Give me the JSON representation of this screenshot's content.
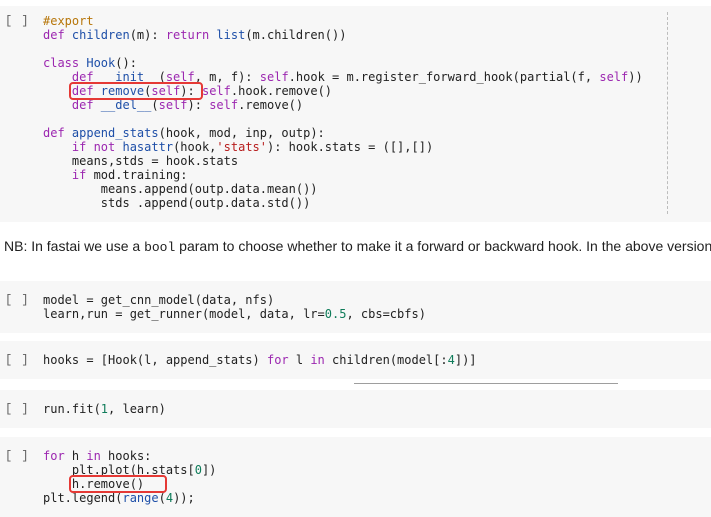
{
  "run_button_label": "[ ]",
  "cells": [
    {
      "id": "cell-hook-class",
      "lines": [
        [
          {
            "t": "#export",
            "c": "cm"
          }
        ],
        [
          {
            "t": "def ",
            "c": "kw"
          },
          {
            "t": "children",
            "c": "fn"
          },
          {
            "t": "(m): ",
            "c": ""
          },
          {
            "t": "return ",
            "c": "kw"
          },
          {
            "t": "list",
            "c": "bi"
          },
          {
            "t": "(m.children())",
            "c": ""
          }
        ],
        [
          {
            "t": "",
            "c": ""
          }
        ],
        [
          {
            "t": "class ",
            "c": "kw"
          },
          {
            "t": "Hook",
            "c": "fn"
          },
          {
            "t": "():",
            "c": ""
          }
        ],
        [
          {
            "t": "    def ",
            "c": "kw"
          },
          {
            "t": "__init__",
            "c": "fn"
          },
          {
            "t": "(",
            "c": ""
          },
          {
            "t": "self",
            "c": "kw"
          },
          {
            "t": ", m, f): ",
            "c": ""
          },
          {
            "t": "self",
            "c": "kw"
          },
          {
            "t": ".hook = m.register_forward_hook(partial(f, ",
            "c": ""
          },
          {
            "t": "self",
            "c": "kw"
          },
          {
            "t": "))",
            "c": ""
          }
        ],
        [
          {
            "t": "    def ",
            "c": "kw"
          },
          {
            "t": "remove",
            "c": "fn"
          },
          {
            "t": "(",
            "c": ""
          },
          {
            "t": "self",
            "c": "kw"
          },
          {
            "t": "): ",
            "c": ""
          },
          {
            "t": "self",
            "c": "kw"
          },
          {
            "t": ".hook.remove()",
            "c": ""
          }
        ],
        [
          {
            "t": "    def ",
            "c": "kw"
          },
          {
            "t": "__del__",
            "c": "fn"
          },
          {
            "t": "(",
            "c": ""
          },
          {
            "t": "self",
            "c": "kw"
          },
          {
            "t": "): ",
            "c": ""
          },
          {
            "t": "self",
            "c": "kw"
          },
          {
            "t": ".remove()",
            "c": ""
          }
        ],
        [
          {
            "t": "",
            "c": ""
          }
        ],
        [
          {
            "t": "def ",
            "c": "kw"
          },
          {
            "t": "append_stats",
            "c": "fn"
          },
          {
            "t": "(hook, mod, inp, outp):",
            "c": ""
          }
        ],
        [
          {
            "t": "    if not ",
            "c": "kw"
          },
          {
            "t": "hasattr",
            "c": "bi"
          },
          {
            "t": "(hook,",
            "c": ""
          },
          {
            "t": "'stats'",
            "c": "st"
          },
          {
            "t": "): hook.stats = ([],[])",
            "c": ""
          }
        ],
        [
          {
            "t": "    means,stds = hook.stats",
            "c": ""
          }
        ],
        [
          {
            "t": "    if ",
            "c": "kw"
          },
          {
            "t": "mod.training:",
            "c": ""
          }
        ],
        [
          {
            "t": "        means.append(outp.data.mean())",
            "c": ""
          }
        ],
        [
          {
            "t": "        stds .append(outp.data.std())",
            "c": ""
          }
        ]
      ]
    },
    {
      "id": "cell-model",
      "lines": [
        [
          {
            "t": "model = get_cnn_model(data, nfs)",
            "c": ""
          }
        ],
        [
          {
            "t": "learn,run = get_runner(model, data, lr=",
            "c": ""
          },
          {
            "t": "0.5",
            "c": "nm"
          },
          {
            "t": ", cbs=cbfs)",
            "c": ""
          }
        ]
      ]
    },
    {
      "id": "cell-hooks",
      "lines": [
        [
          {
            "t": "hooks = [Hook(l, append_stats) ",
            "c": ""
          },
          {
            "t": "for ",
            "c": "kw"
          },
          {
            "t": "l ",
            "c": ""
          },
          {
            "t": "in ",
            "c": "kw"
          },
          {
            "t": "children(model[:",
            "c": ""
          },
          {
            "t": "4",
            "c": "nm"
          },
          {
            "t": "])]",
            "c": ""
          }
        ]
      ]
    },
    {
      "id": "cell-fit",
      "lines": [
        [
          {
            "t": "run.fit(",
            "c": ""
          },
          {
            "t": "1",
            "c": "nm"
          },
          {
            "t": ", learn)",
            "c": ""
          }
        ]
      ]
    },
    {
      "id": "cell-plot",
      "lines": [
        [
          {
            "t": "for ",
            "c": "kw"
          },
          {
            "t": "h ",
            "c": ""
          },
          {
            "t": "in ",
            "c": "kw"
          },
          {
            "t": "hooks:",
            "c": ""
          }
        ],
        [
          {
            "t": "    plt.plot(h.stats[",
            "c": ""
          },
          {
            "t": "0",
            "c": "nm"
          },
          {
            "t": "])",
            "c": ""
          }
        ],
        [
          {
            "t": "    h.remove()",
            "c": ""
          }
        ],
        [
          {
            "t": "plt.legend(",
            "c": ""
          },
          {
            "t": "range",
            "c": "bi"
          },
          {
            "t": "(",
            "c": ""
          },
          {
            "t": "4",
            "c": "nm"
          },
          {
            "t": "));",
            "c": ""
          }
        ]
      ]
    }
  ],
  "note": {
    "prefix": "NB: In fastai we use a ",
    "code": "bool",
    "suffix": " param to choose whether to make it a forward or backward hook. In the above version"
  },
  "colors": {
    "cell_bg": "#f7f7f7",
    "keyword": "#9c27b0",
    "function": "#1e4fa8",
    "comment": "#b7760a",
    "string": "#b71c1c",
    "number": "#0f7c5a",
    "highlight_box": "#e53935"
  }
}
